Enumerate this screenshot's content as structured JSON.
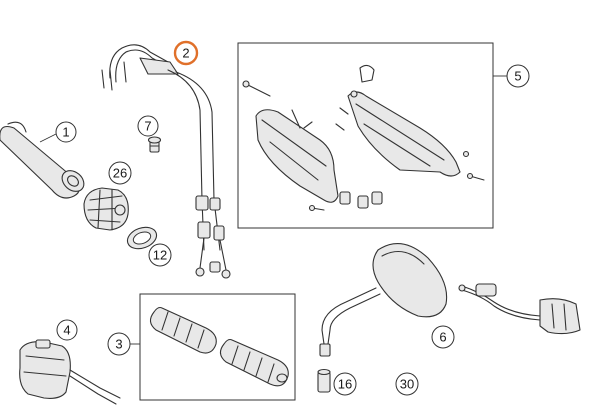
{
  "callouts": {
    "c1": "1",
    "c2": "2",
    "c3": "3",
    "c4": "4",
    "c5": "5",
    "c6": "6",
    "c7": "7",
    "c12": "12",
    "c16": "16",
    "c26": "26",
    "c30": "30"
  },
  "colors": {
    "highlight": "#e0702a",
    "line": "#333333",
    "callout_ring": "#333333"
  }
}
